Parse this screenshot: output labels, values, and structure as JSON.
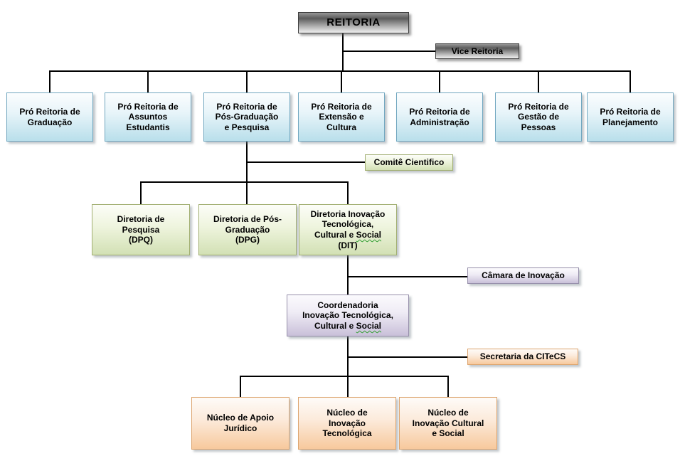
{
  "org_chart": {
    "description": "Organograma da Reitoria",
    "spellcheck": {
      "word": "Social",
      "underline_color": "#2f9e2f"
    },
    "palette": {
      "executive_fill_top": "#969696",
      "executive_fill_bottom": "#f0f0f0",
      "executive_border": "#3f3f3f",
      "pro_reitoria_fill": "#b9dfeb",
      "pro_reitoria_border": "#71a7c0",
      "diretoria_fill": "#d2e0b4",
      "diretoria_border": "#a2af72",
      "coordenadoria_fill": "#c9c0d9",
      "coordenadoria_border": "#9790ab",
      "nucleo_fill": "#f7c99d",
      "nucleo_border": "#dda56f",
      "connector_color": "#000000"
    },
    "nodes": {
      "reitoria": {
        "label": "REITORIA"
      },
      "vice_reitoria": {
        "label": "Vice Reitoria"
      },
      "pro_graduacao": {
        "label": "Pró Reitoria de\nGraduação"
      },
      "pro_assuntos_estudantis": {
        "label": "Pró Reitoria de\nAssuntos\nEstudantis"
      },
      "pro_pos_graduacao": {
        "label": "Pró Reitoria de\nPós-Graduação\ne Pesquisa"
      },
      "pro_extensao_cultura": {
        "label": "Pró Reitoria de\nExtensão e\nCultura"
      },
      "pro_administracao": {
        "label": "Pró Reitoria de\nAdministração"
      },
      "pro_gestao_pessoas": {
        "label": "Pró Reitoria de\nGestão de\nPessoas"
      },
      "pro_planejamento": {
        "label": "Pró Reitoria de\nPlanejamento"
      },
      "comite_cientifico": {
        "label": "Comitê Cientifico"
      },
      "diretoria_pesquisa": {
        "label": "Diretoria de\nPesquisa\n(DPQ)"
      },
      "diretoria_pos_graduacao": {
        "label": "Diretoria de Pós-\nGraduação\n(DPG)"
      },
      "diretoria_inovacao": {
        "label": "Diretoria Inovação\nTecnológica,\nCultural e Social\n(DIT)"
      },
      "camara_inovacao": {
        "label": "Câmara de Inovação"
      },
      "coordenadoria_inovacao": {
        "label": "Coordenadoria\nInovação Tecnológica,\nCultural e Social"
      },
      "secretaria_citecs": {
        "label": "Secretaria da CITeCS"
      },
      "nucleo_apoio_juridico": {
        "label": "Núcleo de Apoio\nJurídico"
      },
      "nucleo_inovacao_tecnologica": {
        "label": "Núcleo de\nInovação\nTecnológica"
      },
      "nucleo_inovacao_cultural": {
        "label": "Núcleo de\nInovação Cultural\ne Social"
      }
    }
  }
}
